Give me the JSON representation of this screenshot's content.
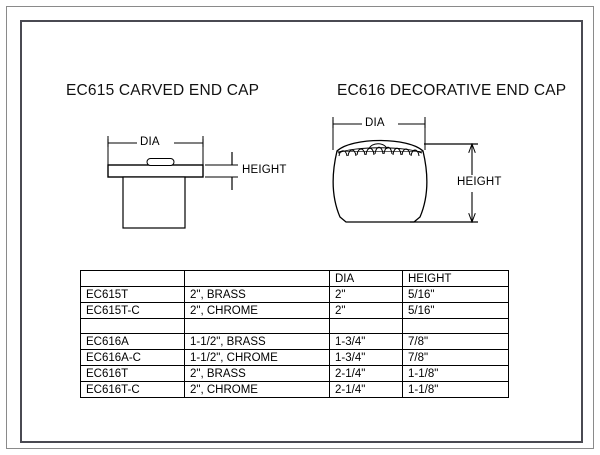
{
  "drawings": [
    {
      "title": "EC615 CARVED END CAP",
      "dia_label": "DIA",
      "height_label": "HEIGHT"
    },
    {
      "title": "EC616 DECORATIVE END CAP",
      "dia_label": "DIA",
      "height_label": "HEIGHT"
    }
  ],
  "table": {
    "headers": [
      "",
      "",
      "DIA",
      "HEIGHT"
    ],
    "rows": [
      {
        "code": "EC615T",
        "description": "2\", BRASS",
        "dia": "2\"",
        "height": "5/16\""
      },
      {
        "code": "EC615T-C",
        "description": "2\", CHROME",
        "dia": "2\"",
        "height": "5/16\""
      },
      {
        "code": "",
        "description": "",
        "dia": "",
        "height": ""
      },
      {
        "code": "EC616A",
        "description": "1-1/2\", BRASS",
        "dia": "1-3/4\"",
        "height": "7/8\""
      },
      {
        "code": "EC616A-C",
        "description": "1-1/2\", CHROME",
        "dia": "1-3/4\"",
        "height": "7/8\""
      },
      {
        "code": "EC616T",
        "description": "2\", BRASS",
        "dia": "2-1/4\"",
        "height": "1-1/8\""
      },
      {
        "code": "EC616T-C",
        "description": "2\", CHROME",
        "dia": "2-1/4\"",
        "height": "1-1/8\""
      }
    ]
  },
  "colors": {
    "line": "#000000",
    "border_outer": "#8a8a8a",
    "border_inner": "#4a4a52",
    "background": "#ffffff"
  }
}
